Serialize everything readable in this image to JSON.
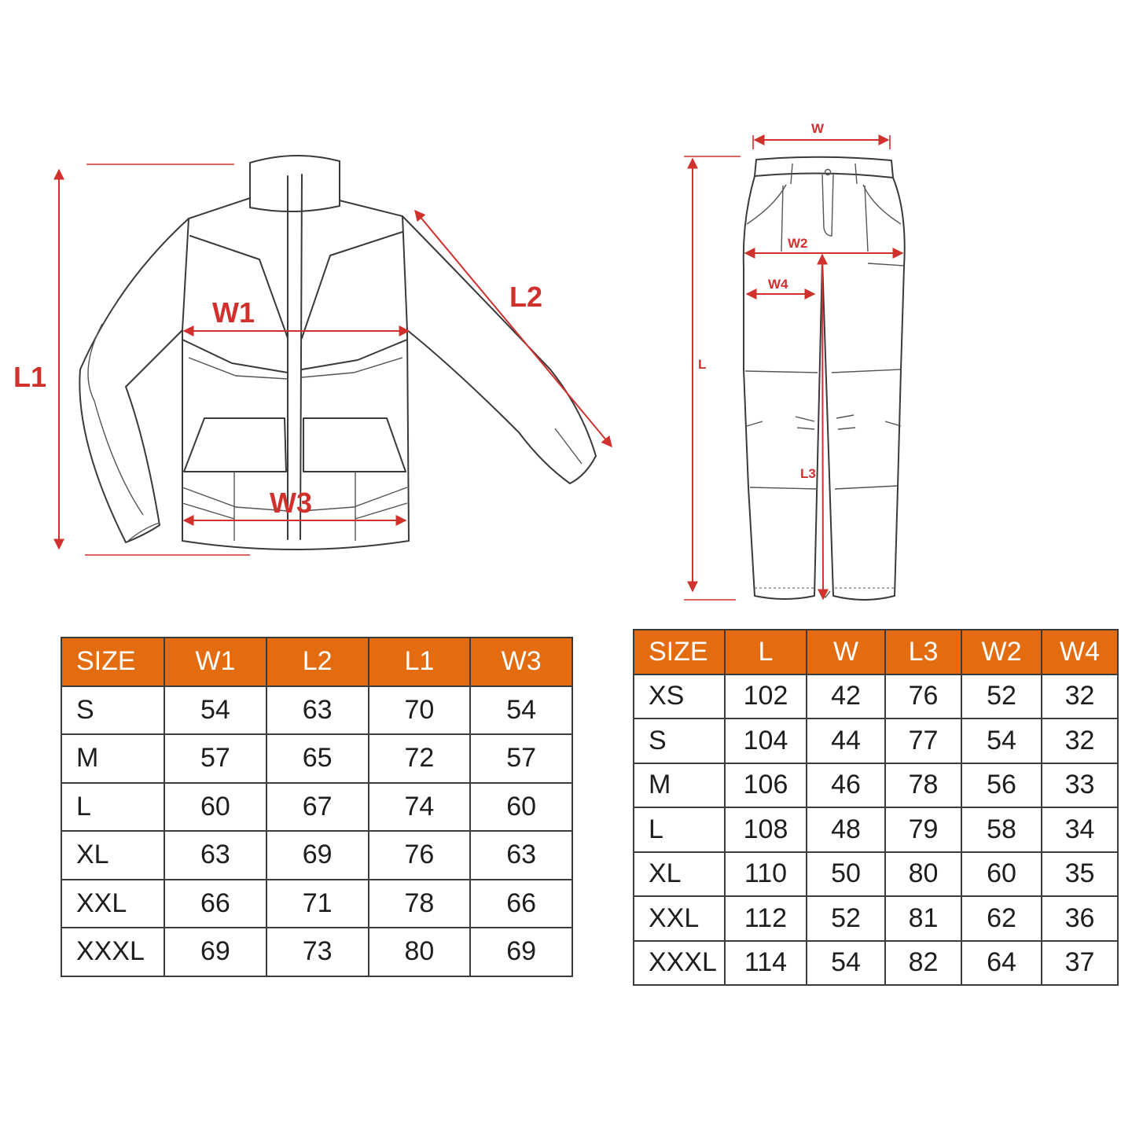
{
  "jacket": {
    "labels": {
      "l1": "L1",
      "w1": "W1",
      "l2": "L2",
      "w3": "W3"
    },
    "table": {
      "headers": [
        "SIZE",
        "W1",
        "L2",
        "L1",
        "W3"
      ],
      "rows": [
        [
          "S",
          "54",
          "63",
          "70",
          "54"
        ],
        [
          "M",
          "57",
          "65",
          "72",
          "57"
        ],
        [
          "L",
          "60",
          "67",
          "74",
          "60"
        ],
        [
          "XL",
          "63",
          "69",
          "76",
          "63"
        ],
        [
          "XXL",
          "66",
          "71",
          "78",
          "66"
        ],
        [
          "XXXL",
          "69",
          "73",
          "80",
          "69"
        ]
      ]
    }
  },
  "pants": {
    "labels": {
      "w": "W",
      "w2": "W2",
      "w4": "W4",
      "l": "L",
      "l3": "L3"
    },
    "table": {
      "headers": [
        "SIZE",
        "L",
        "W",
        "L3",
        "W2",
        "W4"
      ],
      "rows": [
        [
          "XS",
          "102",
          "42",
          "76",
          "52",
          "32"
        ],
        [
          "S",
          "104",
          "44",
          "77",
          "54",
          "32"
        ],
        [
          "M",
          "106",
          "46",
          "78",
          "56",
          "33"
        ],
        [
          "L",
          "108",
          "48",
          "79",
          "58",
          "34"
        ],
        [
          "XL",
          "110",
          "50",
          "80",
          "60",
          "35"
        ],
        [
          "XXL",
          "112",
          "52",
          "81",
          "62",
          "36"
        ],
        [
          "XXXL",
          "114",
          "54",
          "82",
          "64",
          "37"
        ]
      ]
    }
  },
  "colors": {
    "accent": "#e46c10",
    "measure": "#d0312d",
    "outline": "#3a3a3a"
  }
}
